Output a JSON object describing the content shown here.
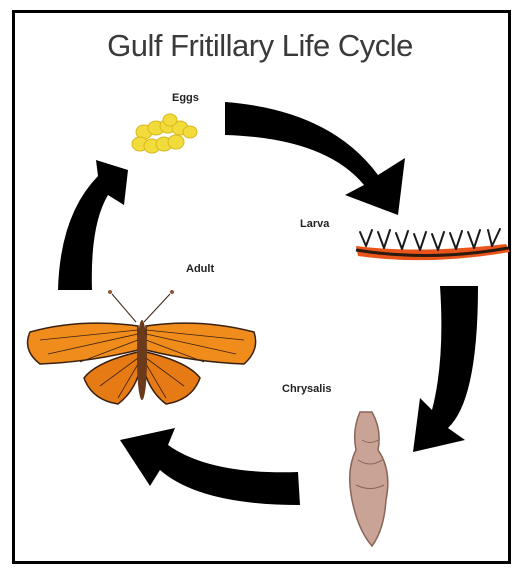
{
  "title": "Gulf Fritillary Life Cycle",
  "stages": {
    "eggs": "Eggs",
    "larva": "Larva",
    "chrysalis": "Chrysalis",
    "adult": "Adult"
  },
  "colors": {
    "frame": "#000000",
    "arrow": "#000000",
    "eggs": "#f2dc3c",
    "larva_body": "#e8541a",
    "chrysalis": "#c9a395",
    "wing": "#f08c1c",
    "wing_vein": "#3a2010"
  }
}
